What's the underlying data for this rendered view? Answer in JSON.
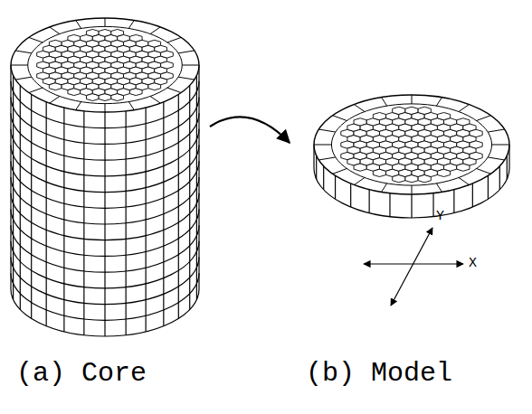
{
  "diagram": {
    "labels": [
      "Y",
      "X",
      "(a) Core",
      "(b) Model"
    ]
  }
}
